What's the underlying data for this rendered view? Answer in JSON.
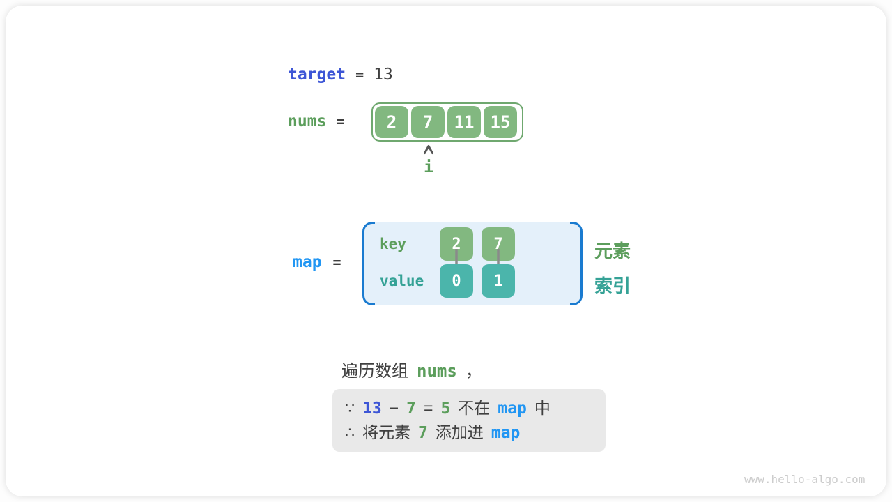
{
  "colors": {
    "keyword_blue": "#3d56d6",
    "bright_blue": "#2196f3",
    "green": "#5c9e5c",
    "teal": "#35a296",
    "cell_green": "#82b880",
    "cell_teal": "#4bb5ab",
    "array_border_green": "#6fa86f",
    "map_box_bg": "#e4f0fa",
    "bracket_blue": "#1a7bd0",
    "note_bg": "#e9e9e9",
    "text_dark": "#3f3f3f",
    "arrow_gray": "#8a8a8a",
    "watermark_gray": "#cccccc"
  },
  "target": {
    "label": "target",
    "equals": "=",
    "value": "13"
  },
  "nums": {
    "label": "nums",
    "equals": "=",
    "cells": [
      "2",
      "7",
      "11",
      "15"
    ],
    "pointer": {
      "index": 1,
      "label": "i"
    }
  },
  "map": {
    "label": "map",
    "equals": "=",
    "key_label": "key",
    "value_label": "value",
    "entries": [
      {
        "key": "2",
        "value": "0"
      },
      {
        "key": "7",
        "value": "1"
      }
    ],
    "side_labels": {
      "element": "元素",
      "index": "索引"
    }
  },
  "traverse": {
    "prefix": "遍历数组",
    "code": "nums",
    "suffix": "，"
  },
  "note": {
    "line1": {
      "because": "∵",
      "term1": "13",
      "minus": "−",
      "term2": "7",
      "equals": "=",
      "result": "5",
      "text1": "不在",
      "code": "map",
      "text2": "中"
    },
    "line2": {
      "therefore": "∴",
      "text1": "将元素",
      "num": "7",
      "text2": "添加进",
      "code": "map"
    }
  },
  "watermark": "www.hello-algo.com"
}
